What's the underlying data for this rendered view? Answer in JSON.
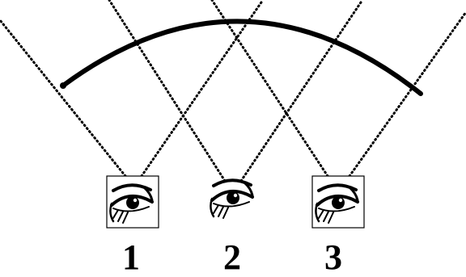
{
  "viewpoints": [
    {
      "label": "1",
      "framed": true
    },
    {
      "label": "2",
      "framed": false
    },
    {
      "label": "3",
      "framed": true
    }
  ]
}
